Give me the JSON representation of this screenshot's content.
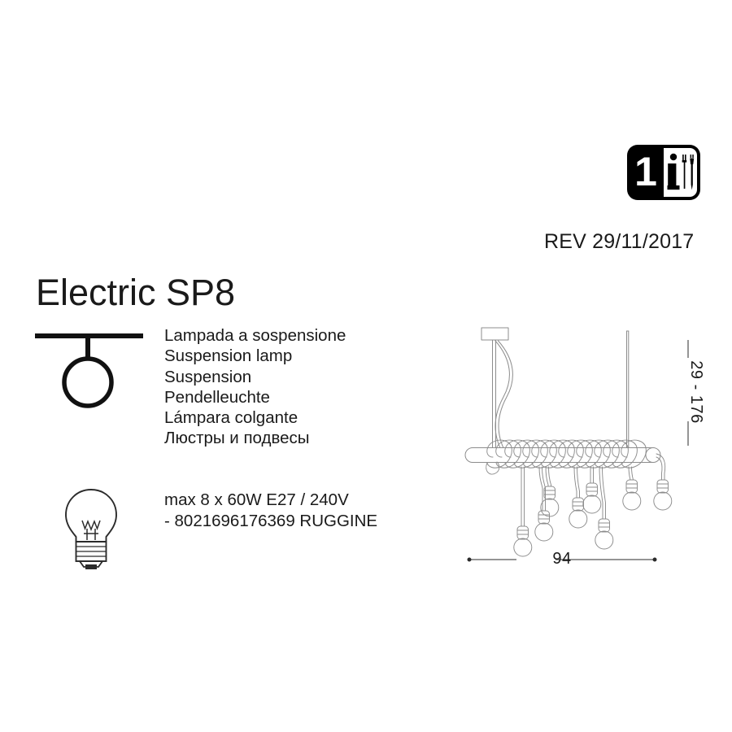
{
  "document": {
    "revision_label": "REV 29/11/2017",
    "product_title": "Electric SP8"
  },
  "badge": {
    "number": "1",
    "info_glyph": "i",
    "icon_names": [
      "info-icon",
      "tools-icon"
    ]
  },
  "descriptions": [
    {
      "lang": "it",
      "text": "Lampada a sospensione"
    },
    {
      "lang": "en",
      "text": "Suspension lamp"
    },
    {
      "lang": "fr",
      "text": "Suspension"
    },
    {
      "lang": "de",
      "text": "Pendelleuchte"
    },
    {
      "lang": "es",
      "text": "Lámpara colgante"
    },
    {
      "lang": "ru",
      "text": "Люстры и подвесы"
    }
  ],
  "specs": [
    {
      "text": "max 8 x 60W E27 / 240V"
    },
    {
      "text": "- 8021696176369 RUGGINE"
    }
  ],
  "dimensions": {
    "height_label": "29 - 176",
    "width_label": "94"
  },
  "colors": {
    "ink": "#1a1a1a",
    "line": "#8c8c8c",
    "badge_bg": "#000000",
    "paper": "#ffffff"
  }
}
